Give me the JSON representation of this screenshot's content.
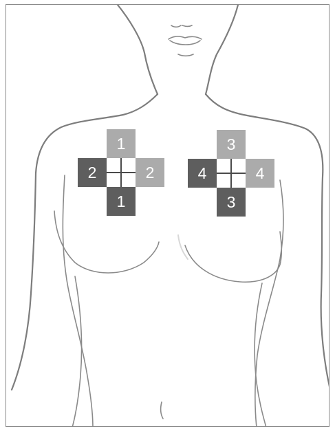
{
  "figure": {
    "colors": {
      "light": "#ababab",
      "medium": "#7c7c7c",
      "dark": "#5e5e5e",
      "outline": "#7d7d7d"
    },
    "left_cluster": {
      "top": "1",
      "left": "2",
      "right": "2",
      "bottom": "1"
    },
    "right_cluster": {
      "top": "3",
      "left": "4",
      "right": "4",
      "bottom": "3"
    }
  }
}
